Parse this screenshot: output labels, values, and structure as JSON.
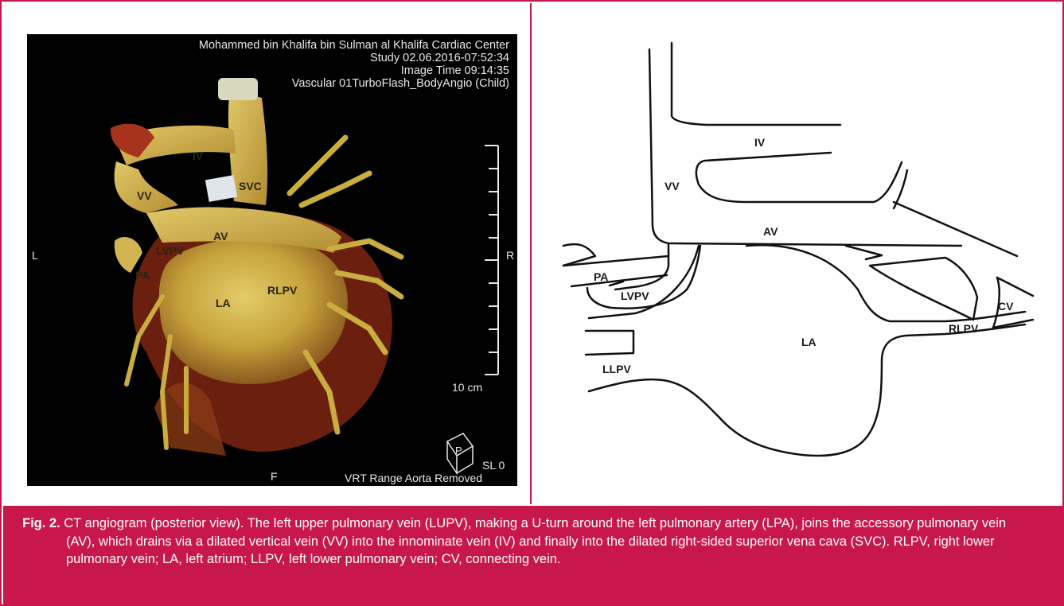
{
  "ct": {
    "header_lines": [
      "Mohammed bin Khalifa bin Sulman al Khalifa Cardiac Center",
      "Study 02.06.2016-07:52:34",
      "Image Time 09:14:35",
      "Vascular 01TurboFlash_BodyAngio (Child)"
    ],
    "orientation": {
      "left": "L",
      "right": "R",
      "foot": "F"
    },
    "scale_label": "10 cm",
    "slice_label": "SL 0",
    "footer_label": "VRT Range Aorta Removed",
    "orientation_cube_letter": "P",
    "labels": {
      "iv": "IV",
      "vv": "VV",
      "svc": "SVC",
      "av": "AV",
      "lvpv": "LVPV",
      "pa": "PA",
      "la": "LA",
      "rlpv": "RLPV"
    }
  },
  "diagram": {
    "labels": {
      "iv": "IV",
      "vv": "VV",
      "av": "AV",
      "pa": "PA",
      "lvpv": "LVPV",
      "la": "LA",
      "llpv": "LLPV",
      "rlpv": "RLPV",
      "cv": "CV"
    }
  },
  "caption": {
    "fig_label": "Fig. 2.",
    "text": " CT angiogram (posterior view). The left upper pulmonary vein (LUPV), making a U-turn around the left pulmonary artery (LPA), joins the accessory pulmonary vein (AV), which drains via a dilated vertical vein (VV) into the innominate vein (IV) and finally into the dilated right-sided superior vena cava (SVC). RLPV, right lower pulmonary vein; LA, left atrium; LLPV, left lower pulmonary vein; CV, connecting vein."
  },
  "colors": {
    "accent": "#c8174b",
    "vessel": "#c9ad3e",
    "background_scan": "#000000"
  }
}
